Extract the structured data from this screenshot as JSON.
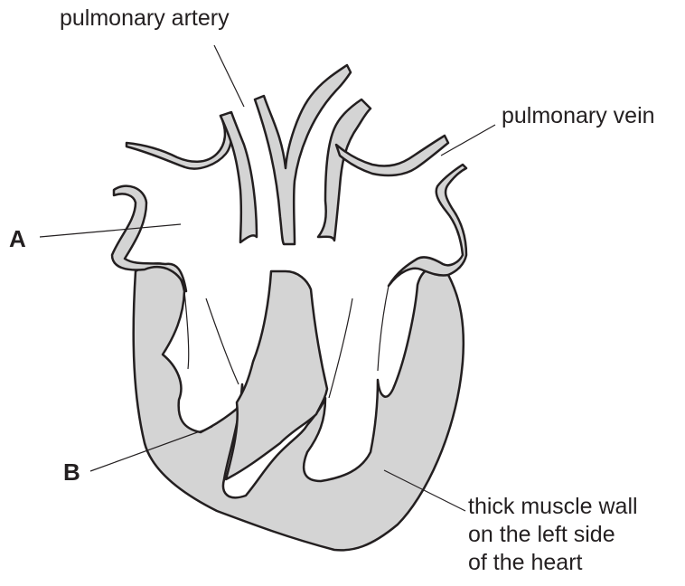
{
  "colors": {
    "muscle_fill": "#d4d4d4",
    "outline": "#231f20",
    "background": "#ffffff"
  },
  "labels": {
    "pulmonary_artery": "pulmonary artery",
    "pulmonary_vein": "pulmonary vein",
    "a": "A",
    "b": "B",
    "muscle_wall": [
      "thick muscle wall",
      "on the left side",
      "of the heart"
    ]
  }
}
